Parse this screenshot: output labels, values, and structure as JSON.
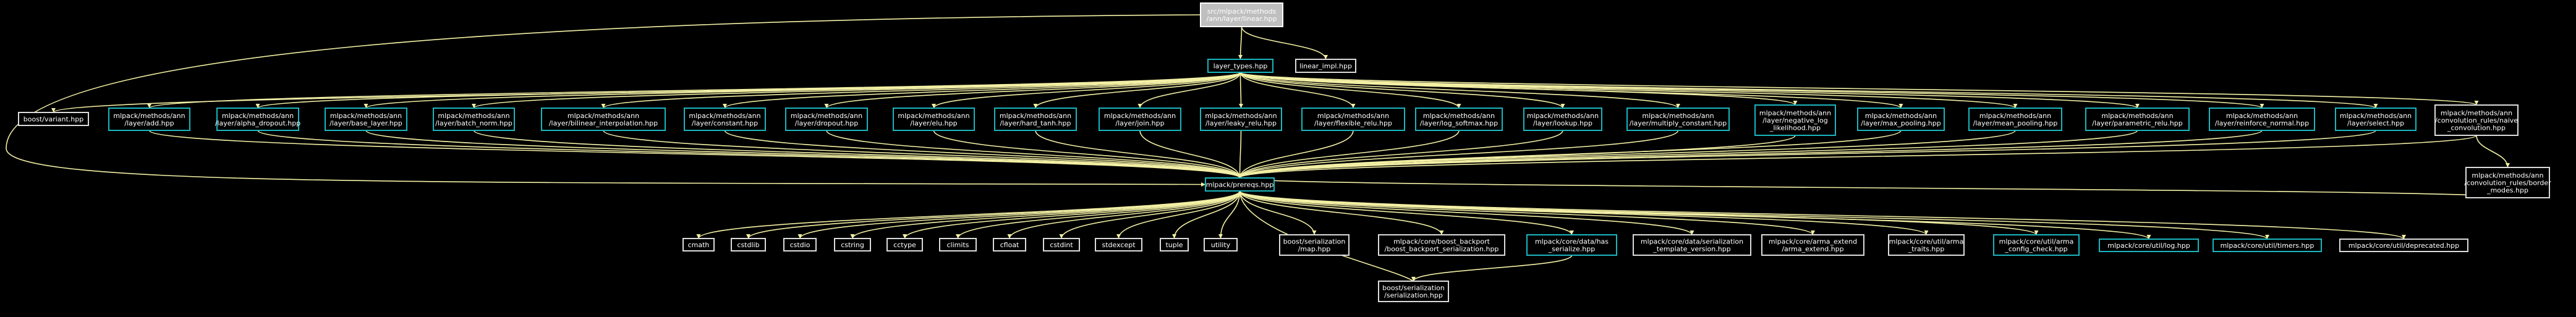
{
  "colors": {
    "background": "#000000",
    "edge": "#f3f0a5",
    "root_fill": "#bfbfbf",
    "root_border": "#ffffff",
    "linked_border": "#1ab6bf",
    "plain_border": "#dcdcdc",
    "text": "#ffffff"
  },
  "nodes": [
    {
      "id": "root",
      "lines": [
        "src/mlpack/methods",
        "/ann/layer/linear.hpp"
      ],
      "style": "root"
    },
    {
      "id": "layer_types",
      "lines": [
        "layer_types.hpp"
      ],
      "style": "linked"
    },
    {
      "id": "linear_impl",
      "lines": [
        "linear_impl.hpp"
      ],
      "style": "plain"
    },
    {
      "id": "boost_variant",
      "lines": [
        "boost/variant.hpp"
      ],
      "style": "plain"
    },
    {
      "id": "add",
      "lines": [
        "mlpack/methods/ann",
        "/layer/add.hpp"
      ],
      "style": "linked"
    },
    {
      "id": "alpha_dropout",
      "lines": [
        "mlpack/methods/ann",
        "/layer/alpha_dropout.hpp"
      ],
      "style": "linked"
    },
    {
      "id": "base_layer",
      "lines": [
        "mlpack/methods/ann",
        "/layer/base_layer.hpp"
      ],
      "style": "linked"
    },
    {
      "id": "batch_norm",
      "lines": [
        "mlpack/methods/ann",
        "/layer/batch_norm.hpp"
      ],
      "style": "linked"
    },
    {
      "id": "bilinear",
      "lines": [
        "mlpack/methods/ann",
        "/layer/bilinear_interpolation.hpp"
      ],
      "style": "linked"
    },
    {
      "id": "constant",
      "lines": [
        "mlpack/methods/ann",
        "/layer/constant.hpp"
      ],
      "style": "linked"
    },
    {
      "id": "dropout",
      "lines": [
        "mlpack/methods/ann",
        "/layer/dropout.hpp"
      ],
      "style": "linked"
    },
    {
      "id": "elu",
      "lines": [
        "mlpack/methods/ann",
        "/layer/elu.hpp"
      ],
      "style": "linked"
    },
    {
      "id": "hard_tanh",
      "lines": [
        "mlpack/methods/ann",
        "/layer/hard_tanh.hpp"
      ],
      "style": "linked"
    },
    {
      "id": "join",
      "lines": [
        "mlpack/methods/ann",
        "/layer/join.hpp"
      ],
      "style": "linked"
    },
    {
      "id": "leaky_relu",
      "lines": [
        "mlpack/methods/ann",
        "/layer/leaky_relu.hpp"
      ],
      "style": "linked"
    },
    {
      "id": "flexible_relu",
      "lines": [
        "mlpack/methods/ann",
        "/layer/flexible_relu.hpp"
      ],
      "style": "linked"
    },
    {
      "id": "log_softmax",
      "lines": [
        "mlpack/methods/ann",
        "/layer/log_softmax.hpp"
      ],
      "style": "linked"
    },
    {
      "id": "lookup",
      "lines": [
        "mlpack/methods/ann",
        "/layer/lookup.hpp"
      ],
      "style": "linked"
    },
    {
      "id": "multiply_constant",
      "lines": [
        "mlpack/methods/ann",
        "/layer/multiply_constant.hpp"
      ],
      "style": "linked"
    },
    {
      "id": "negative_log",
      "lines": [
        "mlpack/methods/ann",
        "/layer/negative_log",
        "_likelihood.hpp"
      ],
      "style": "linked"
    },
    {
      "id": "max_pooling",
      "lines": [
        "mlpack/methods/ann",
        "/layer/max_pooling.hpp"
      ],
      "style": "linked"
    },
    {
      "id": "mean_pooling",
      "lines": [
        "mlpack/methods/ann",
        "/layer/mean_pooling.hpp"
      ],
      "style": "linked"
    },
    {
      "id": "parametric_relu",
      "lines": [
        "mlpack/methods/ann",
        "/layer/parametric_relu.hpp"
      ],
      "style": "linked"
    },
    {
      "id": "reinforce_normal",
      "lines": [
        "mlpack/methods/ann",
        "/layer/reinforce_normal.hpp"
      ],
      "style": "linked"
    },
    {
      "id": "select",
      "lines": [
        "mlpack/methods/ann",
        "/layer/select.hpp"
      ],
      "style": "linked"
    },
    {
      "id": "naive_conv",
      "lines": [
        "mlpack/methods/ann",
        "/convolution_rules/naive",
        "_convolution.hpp"
      ],
      "style": "plain"
    },
    {
      "id": "border_modes",
      "lines": [
        "mlpack/methods/ann",
        "/convolution_rules/border",
        "_modes.hpp"
      ],
      "style": "plain"
    },
    {
      "id": "prereqs",
      "lines": [
        "mlpack/prereqs.hpp"
      ],
      "style": "linked"
    },
    {
      "id": "cmath",
      "lines": [
        "cmath"
      ],
      "style": "plain"
    },
    {
      "id": "cstdlib",
      "lines": [
        "cstdlib"
      ],
      "style": "plain"
    },
    {
      "id": "cstdio",
      "lines": [
        "cstdio"
      ],
      "style": "plain"
    },
    {
      "id": "cstring",
      "lines": [
        "cstring"
      ],
      "style": "plain"
    },
    {
      "id": "cctype",
      "lines": [
        "cctype"
      ],
      "style": "plain"
    },
    {
      "id": "climits",
      "lines": [
        "climits"
      ],
      "style": "plain"
    },
    {
      "id": "cfloat",
      "lines": [
        "cfloat"
      ],
      "style": "plain"
    },
    {
      "id": "cstdint",
      "lines": [
        "cstdint"
      ],
      "style": "plain"
    },
    {
      "id": "stdexcept",
      "lines": [
        "stdexcept"
      ],
      "style": "plain"
    },
    {
      "id": "tuple",
      "lines": [
        "tuple"
      ],
      "style": "plain"
    },
    {
      "id": "utility",
      "lines": [
        "utility"
      ],
      "style": "plain"
    },
    {
      "id": "ser_map",
      "lines": [
        "boost/serialization",
        "/map.hpp"
      ],
      "style": "plain"
    },
    {
      "id": "boost_backport",
      "lines": [
        "mlpack/core/boost_backport",
        "/boost_backport_serialization.hpp"
      ],
      "style": "plain"
    },
    {
      "id": "has_serialize",
      "lines": [
        "mlpack/core/data/has",
        "_serialize.hpp"
      ],
      "style": "linked"
    },
    {
      "id": "template_version",
      "lines": [
        "mlpack/core/data/serialization",
        "_template_version.hpp"
      ],
      "style": "plain"
    },
    {
      "id": "arma_extend",
      "lines": [
        "mlpack/core/arma_extend",
        "/arma_extend.hpp"
      ],
      "style": "plain"
    },
    {
      "id": "arma_traits",
      "lines": [
        "mlpack/core/util/arma",
        "_traits.hpp"
      ],
      "style": "plain"
    },
    {
      "id": "arma_config_check",
      "lines": [
        "mlpack/core/util/arma",
        "_config_check.hpp"
      ],
      "style": "linked"
    },
    {
      "id": "log",
      "lines": [
        "mlpack/core/util/log.hpp"
      ],
      "style": "linked"
    },
    {
      "id": "timers",
      "lines": [
        "mlpack/core/util/timers.hpp"
      ],
      "style": "linked"
    },
    {
      "id": "deprecated",
      "lines": [
        "mlpack/core/util/deprecated.hpp"
      ],
      "style": "plain"
    },
    {
      "id": "ser_serialization",
      "lines": [
        "boost/serialization",
        "/serialization.hpp"
      ],
      "style": "plain"
    }
  ],
  "edges": [
    [
      "root",
      "layer_types"
    ],
    [
      "root",
      "linear_impl"
    ],
    [
      "root",
      "prereqs"
    ],
    [
      "layer_types",
      "boost_variant"
    ],
    [
      "layer_types",
      "add"
    ],
    [
      "layer_types",
      "alpha_dropout"
    ],
    [
      "layer_types",
      "base_layer"
    ],
    [
      "layer_types",
      "batch_norm"
    ],
    [
      "layer_types",
      "bilinear"
    ],
    [
      "layer_types",
      "constant"
    ],
    [
      "layer_types",
      "dropout"
    ],
    [
      "layer_types",
      "elu"
    ],
    [
      "layer_types",
      "hard_tanh"
    ],
    [
      "layer_types",
      "join"
    ],
    [
      "layer_types",
      "leaky_relu"
    ],
    [
      "layer_types",
      "flexible_relu"
    ],
    [
      "layer_types",
      "log_softmax"
    ],
    [
      "layer_types",
      "lookup"
    ],
    [
      "layer_types",
      "multiply_constant"
    ],
    [
      "layer_types",
      "negative_log"
    ],
    [
      "layer_types",
      "max_pooling"
    ],
    [
      "layer_types",
      "mean_pooling"
    ],
    [
      "layer_types",
      "parametric_relu"
    ],
    [
      "layer_types",
      "reinforce_normal"
    ],
    [
      "layer_types",
      "select"
    ],
    [
      "layer_types",
      "naive_conv"
    ],
    [
      "add",
      "prereqs"
    ],
    [
      "alpha_dropout",
      "prereqs"
    ],
    [
      "base_layer",
      "prereqs"
    ],
    [
      "batch_norm",
      "prereqs"
    ],
    [
      "bilinear",
      "prereqs"
    ],
    [
      "constant",
      "prereqs"
    ],
    [
      "dropout",
      "prereqs"
    ],
    [
      "elu",
      "prereqs"
    ],
    [
      "hard_tanh",
      "prereqs"
    ],
    [
      "join",
      "prereqs"
    ],
    [
      "leaky_relu",
      "prereqs"
    ],
    [
      "flexible_relu",
      "prereqs"
    ],
    [
      "log_softmax",
      "prereqs"
    ],
    [
      "lookup",
      "prereqs"
    ],
    [
      "multiply_constant",
      "prereqs"
    ],
    [
      "negative_log",
      "prereqs"
    ],
    [
      "max_pooling",
      "prereqs"
    ],
    [
      "mean_pooling",
      "prereqs"
    ],
    [
      "parametric_relu",
      "prereqs"
    ],
    [
      "reinforce_normal",
      "prereqs"
    ],
    [
      "select",
      "prereqs"
    ],
    [
      "naive_conv",
      "prereqs"
    ],
    [
      "naive_conv",
      "border_modes"
    ],
    [
      "border_modes",
      "prereqs"
    ],
    [
      "prereqs",
      "cmath"
    ],
    [
      "prereqs",
      "cstdlib"
    ],
    [
      "prereqs",
      "cstdio"
    ],
    [
      "prereqs",
      "cstring"
    ],
    [
      "prereqs",
      "cctype"
    ],
    [
      "prereqs",
      "climits"
    ],
    [
      "prereqs",
      "cfloat"
    ],
    [
      "prereqs",
      "cstdint"
    ],
    [
      "prereqs",
      "stdexcept"
    ],
    [
      "prereqs",
      "tuple"
    ],
    [
      "prereqs",
      "utility"
    ],
    [
      "prereqs",
      "ser_map"
    ],
    [
      "prereqs",
      "boost_backport"
    ],
    [
      "prereqs",
      "has_serialize"
    ],
    [
      "prereqs",
      "template_version"
    ],
    [
      "prereqs",
      "arma_extend"
    ],
    [
      "prereqs",
      "arma_traits"
    ],
    [
      "prereqs",
      "arma_config_check"
    ],
    [
      "prereqs",
      "log"
    ],
    [
      "prereqs",
      "timers"
    ],
    [
      "prereqs",
      "deprecated"
    ],
    [
      "prereqs",
      "ser_serialization"
    ],
    [
      "has_serialize",
      "ser_serialization"
    ]
  ]
}
